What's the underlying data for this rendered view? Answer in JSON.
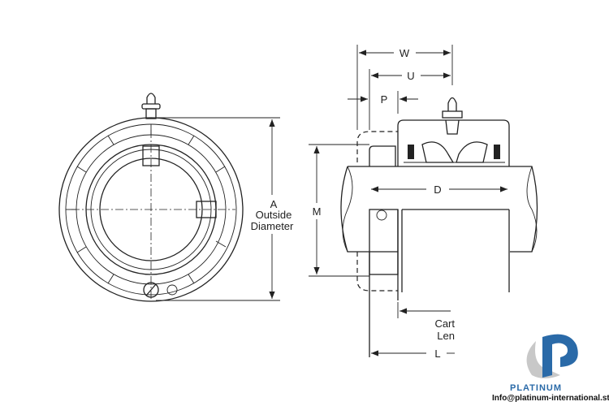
{
  "labels": {
    "a": "A",
    "outside": "Outside",
    "diameter": "Diameter",
    "m": "M",
    "w": "W",
    "u": "U",
    "p": "P",
    "d": "D",
    "cart": "Cart",
    "len": "Len",
    "l": "L"
  },
  "logo": {
    "brand": "PLATINUM",
    "email": "Info@platinum-international.store",
    "color": "#2a6aa8"
  }
}
